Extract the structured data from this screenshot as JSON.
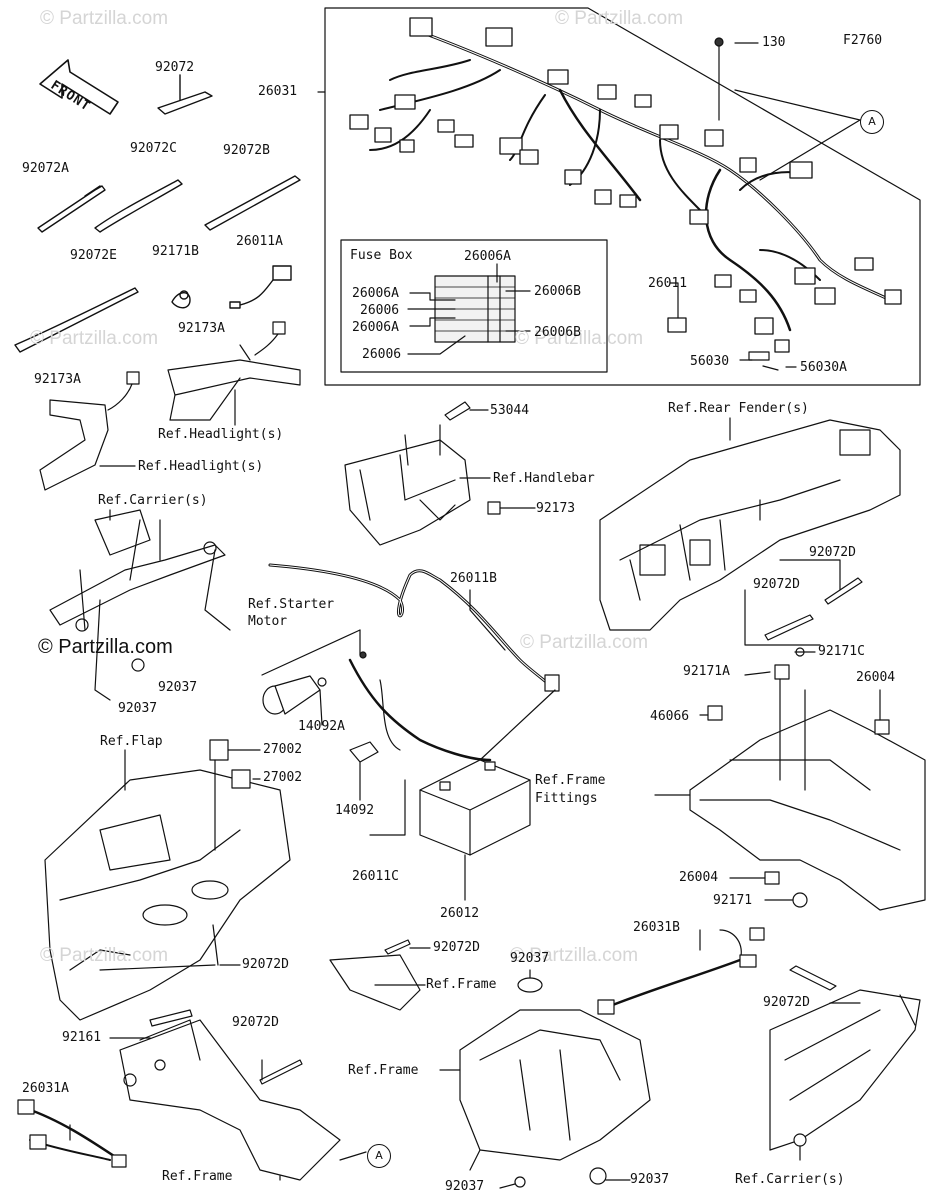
{
  "figure_code": "F2760",
  "front_arrow_text": "FRONT",
  "fuse_box_title": "Fuse Box",
  "callout_a": "A",
  "watermark_text": "© Partzilla.com",
  "labels": {
    "p92072": "92072",
    "p26031": "26031",
    "p130": "130",
    "p92072A": "92072A",
    "p92072C": "92072C",
    "p92072B": "92072B",
    "p92072E": "92072E",
    "p92171B": "92171B",
    "p26011A": "26011A",
    "p92173A_1": "92173A",
    "p92173A_2": "92173A",
    "ref_headlight_1": "Ref.Headlight(s)",
    "ref_headlight_2": "Ref.Headlight(s)",
    "fb_26006A_top": "26006A",
    "fb_26006A_l1": "26006A",
    "fb_26006_l1": "26006",
    "fb_26006A_l2": "26006A",
    "fb_26006_l2": "26006",
    "fb_26006B_1": "26006B",
    "fb_26006B_2": "26006B",
    "p26011": "26011",
    "p56030": "56030",
    "p56030A": "56030A",
    "p53044": "53044",
    "ref_handlebar": "Ref.Handlebar",
    "p92173": "92173",
    "ref_rear_fender": "Ref.Rear Fender(s)",
    "ref_carrier_1": "Ref.Carrier(s)",
    "p92037_1": "92037",
    "p92037_2": "92037",
    "p26011B": "26011B",
    "ref_starter_motor": "Ref.Starter\nMotor",
    "p14092A": "14092A",
    "p92072D_1": "92072D",
    "p92072D_2": "92072D",
    "p92171A": "92171A",
    "p92171C": "92171C",
    "p26004_1": "26004",
    "p46066": "46066",
    "ref_flap": "Ref.Flap",
    "p27002_1": "27002",
    "p27002_2": "27002",
    "p14092": "14092",
    "ref_frame_fittings": "Ref.Frame\nFittings",
    "p26011C": "26011C",
    "p26012": "26012",
    "p26004_2": "26004",
    "p92171": "92171",
    "p92072D_3": "92072D",
    "p92072D_4": "92072D",
    "ref_frame_1": "Ref.Frame",
    "p26031B": "26031B",
    "p92037_3": "92037",
    "p92161": "92161",
    "p92072D_5": "92072D",
    "p26031A": "26031A",
    "ref_frame_2": "Ref.Frame",
    "p92072D_6": "92072D",
    "p92037_4": "92037",
    "p92037_5": "92037",
    "ref_frame_3": "Ref.Frame",
    "ref_carrier_2": "Ref.Carrier(s)"
  }
}
